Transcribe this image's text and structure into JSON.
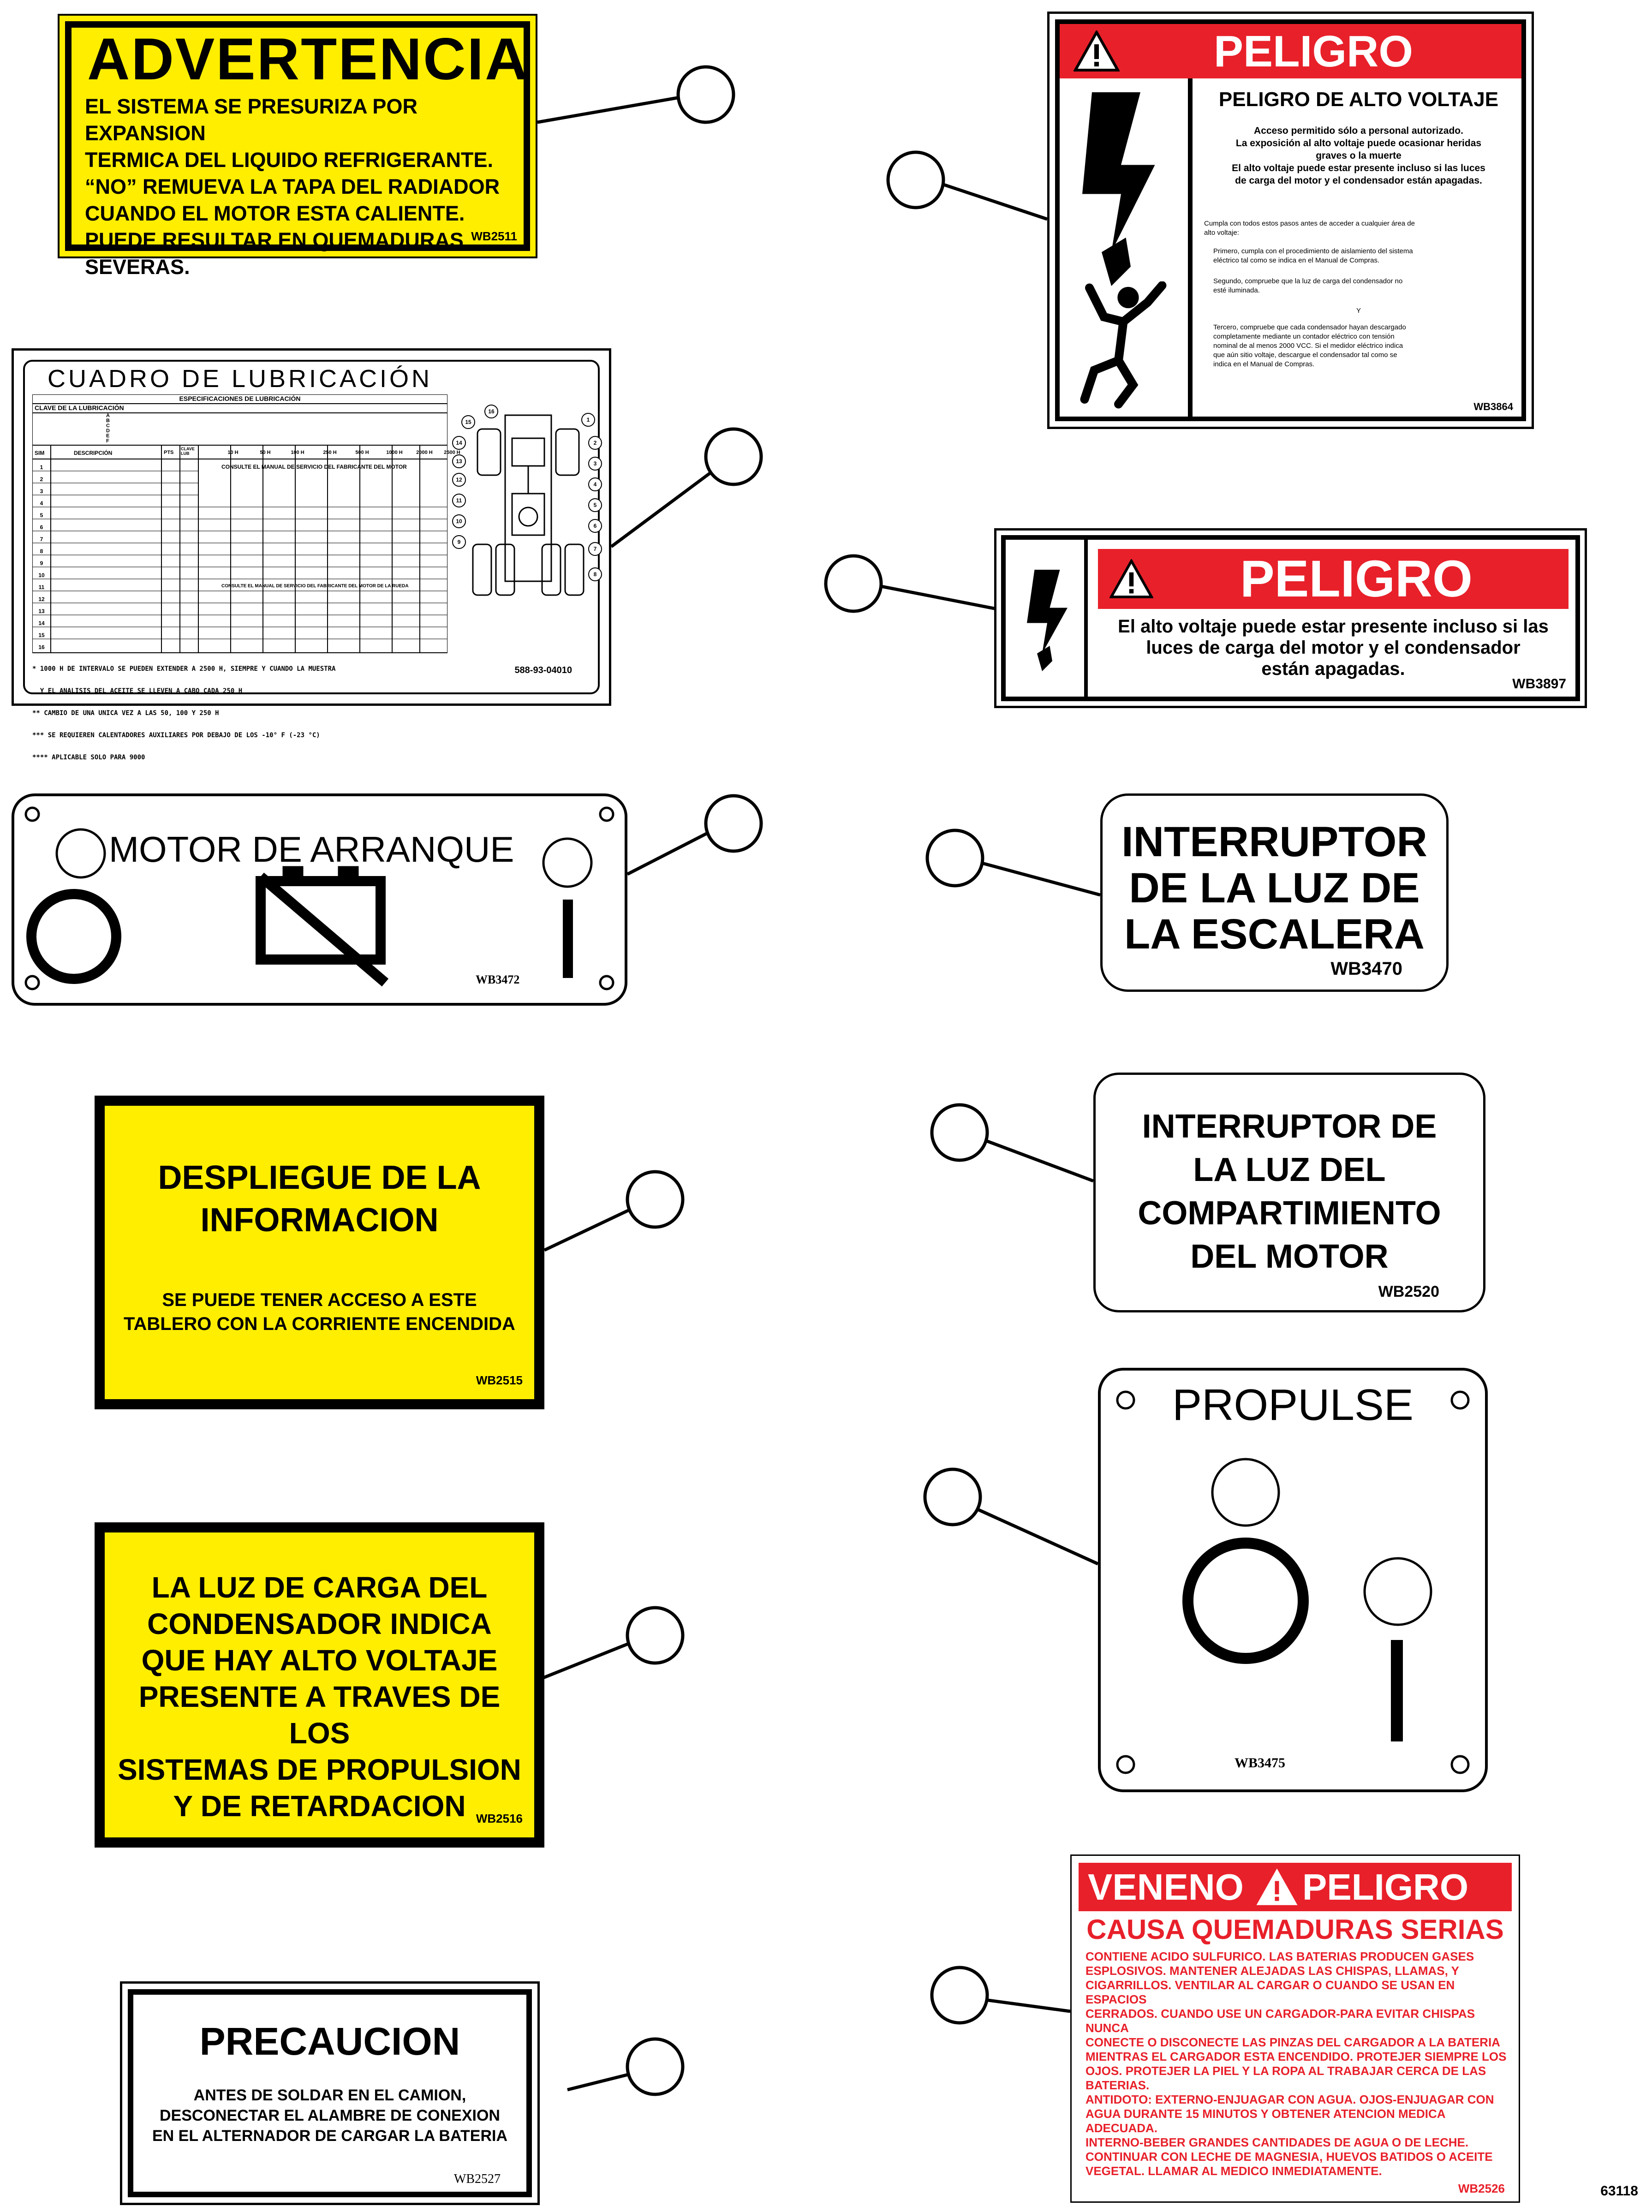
{
  "figure_number": "63118",
  "decals": {
    "advertencia": {
      "title": "ADVERTENCIA",
      "lines": [
        "EL SISTEMA SE PRESURIZA POR EXPANSION",
        "TERMICA DEL LIQUIDO REFRIGERANTE.",
        "“NO” REMUEVA LA TAPA DEL RADIADOR",
        "CUANDO EL MOTOR ESTA CALIENTE.",
        "PUEDE RESULTAR EN QUEMADURAS SEVERAS."
      ],
      "code": "WB2511",
      "color": "#ffee00"
    },
    "peligro_alto_voltaje": {
      "header": "PELIGRO",
      "title": "PELIGRO DE ALTO VOLTAJE",
      "para1": [
        "Acceso permitido sólo a personal autorizado.",
        "La exposición al alto voltaje puede ocasionar heridas",
        "graves o la muerte",
        "El alto voltaje puede estar presente incluso si las luces",
        "de carga del motor y el condensador están apagadas."
      ],
      "para2": [
        "Cumpla con todos estos pasos antes de acceder a cualquier área de",
        "alto voltaje:"
      ],
      "step1": [
        "Primero, cumpla con el procedimiento de aislamiento del sistema",
        "eléctrico tal como se indica en el Manual de Compras."
      ],
      "step2": [
        "Segundo, compruebe que la luz de carga del condensador no",
        "esté iluminada."
      ],
      "y": "Y",
      "step3": [
        "Tercero, compruebe que cada condensador hayan descargado",
        "completamente mediante un contador eléctrico con tensión",
        "nominal de al menos 2000 VCC. Si el medidor eléctrico indica",
        "que aún sitio voltaje, descargue el condensador tal como se",
        "indica en el Manual de Compras."
      ],
      "code": "WB3864",
      "color": "#e8202a"
    },
    "cuadro_lubricacion": {
      "title": "CUADRO DE LUBRICACIÓN",
      "subtitle": "ESPECIFICACIONES DE LUBRICACIÓN",
      "clave_header": "CLAVE DE LA LUBRICACIÓN",
      "keys": [
        "A",
        "B",
        "C",
        "D",
        "E",
        "F"
      ],
      "col_sim": "SIM",
      "col_desc": "DESCRIPCIÓN",
      "col_pts": "PTS",
      "col_clave": "CLAVE LUB",
      "intervals": [
        "10 H",
        "50 H",
        "100 H",
        "250 H",
        "500 H",
        "1000 H",
        "2000 H",
        "2500 H"
      ],
      "row_numbers": [
        "1",
        "2",
        "3",
        "4",
        "5",
        "6",
        "7",
        "8",
        "9",
        "10",
        "11",
        "12",
        "13",
        "14",
        "15",
        "16"
      ],
      "consulte_1": "CONSULTE EL MANUAL DE SERVICIO DEL FABRICANTE DEL MOTOR",
      "consulte_2": "CONSULTE EL MANUAL DE SERVICIO DEL FABRICANTE DEL MOTOR DE LA RUEDA",
      "footnotes": [
        "* 1000 H DE INTERVALO SE PUEDEN EXTENDER A 2500 H, SIEMPRE Y CUANDO LA MUESTRA",
        "  Y EL ANALISIS DEL ACEITE SE LLEVEN A CABO CADA 250 H",
        "** CAMBIO DE UNA UNICA VEZ A LAS 50, 100 Y 250 H",
        "*** SE REQUIEREN CALENTADORES AUXILIARES POR DEBAJO DE LOS -10° F (-23 °C)",
        "**** APLICABLE SOLO PARA 9000"
      ],
      "diagram_numbers": [
        "1",
        "2",
        "3",
        "4",
        "5",
        "6",
        "7",
        "8",
        "9",
        "10",
        "11",
        "12",
        "13",
        "14",
        "15",
        "16"
      ],
      "code": "588-93-04010"
    },
    "peligro_small": {
      "header": "PELIGRO",
      "lines": [
        "El alto voltaje puede estar presente incluso si las",
        "luces de carga del motor y el condensador",
        "están apagadas."
      ],
      "code": "WB3897",
      "color": "#e8202a"
    },
    "motor_arranque": {
      "title": "MOTOR DE ARRANQUE",
      "code": "WB3472"
    },
    "interruptor_escalera": {
      "lines": [
        "INTERRUPTOR",
        "DE LA LUZ DE",
        "LA ESCALERA"
      ],
      "code": "WB3470"
    },
    "despliegue": {
      "title": [
        "DESPLIEGUE DE LA",
        "INFORMACION"
      ],
      "lines": [
        "SE PUEDE TENER ACCESO A ESTE",
        "TABLERO CON LA CORRIENTE ENCENDIDA"
      ],
      "code": "WB2515",
      "color": "#ffee00"
    },
    "interruptor_compartimiento": {
      "lines": [
        "INTERRUPTOR DE",
        "LA LUZ DEL",
        "COMPARTIMIENTO",
        "DEL MOTOR"
      ],
      "code": "WB2520"
    },
    "propulse": {
      "title": "PROPULSE",
      "code": "WB3475"
    },
    "luz_carga": {
      "lines": [
        "LA LUZ DE CARGA DEL",
        "CONDENSADOR INDICA",
        "QUE HAY ALTO VOLTAJE",
        "PRESENTE A TRAVES DE LOS",
        "SISTEMAS DE PROPULSION",
        "Y DE RETARDACION"
      ],
      "code": "WB2516",
      "color": "#ffee00"
    },
    "veneno": {
      "header_left": "VENENO",
      "header_right": "PELIGRO",
      "subtitle": "CAUSA QUEMADURAS SERIAS",
      "lines": [
        "CONTIENE ACIDO SULFURICO. LAS BATERIAS PRODUCEN GASES",
        "ESPLOSIVOS. MANTENER ALEJADAS LAS CHISPAS, LLAMAS, Y",
        "CIGARRILLOS. VENTILAR AL CARGAR O CUANDO SE USAN EN ESPACIOS",
        "CERRADOS. CUANDO USE UN CARGADOR-PARA EVITAR CHISPAS NUNCA",
        "CONECTE O DISCONECTE LAS PINZAS DEL CARGADOR A LA BATERIA",
        "MIENTRAS EL CARGADOR ESTA ENCENDIDO. PROTEJER SIEMPRE LOS",
        "OJOS. PROTEJER LA PIEL Y LA ROPA AL TRABAJAR CERCA DE LAS",
        "BATERIAS.",
        "ANTIDOTO: EXTERNO-ENJUAGAR CON AGUA. OJOS-ENJUAGAR CON",
        "AGUA DURANTE 15 MINUTOS Y OBTENER ATENCION MEDICA ADECUADA.",
        "INTERNO-BEBER GRANDES CANTIDADES DE AGUA O DE LECHE.",
        "CONTINUAR CON LECHE DE MAGNESIA, HUEVOS BATIDOS O ACEITE",
        "VEGETAL. LLAMAR AL MEDICO INMEDIATAMENTE."
      ],
      "code": "WB2526",
      "color": "#e8202a"
    },
    "precaucion": {
      "title": "PRECAUCION",
      "lines": [
        "ANTES DE SOLDAR EN EL CAMION,",
        "DESCONECTAR EL ALAMBRE DE CONEXION",
        "EN EL ALTERNADOR DE CARGAR LA BATERIA"
      ],
      "code": "WB2527"
    }
  }
}
